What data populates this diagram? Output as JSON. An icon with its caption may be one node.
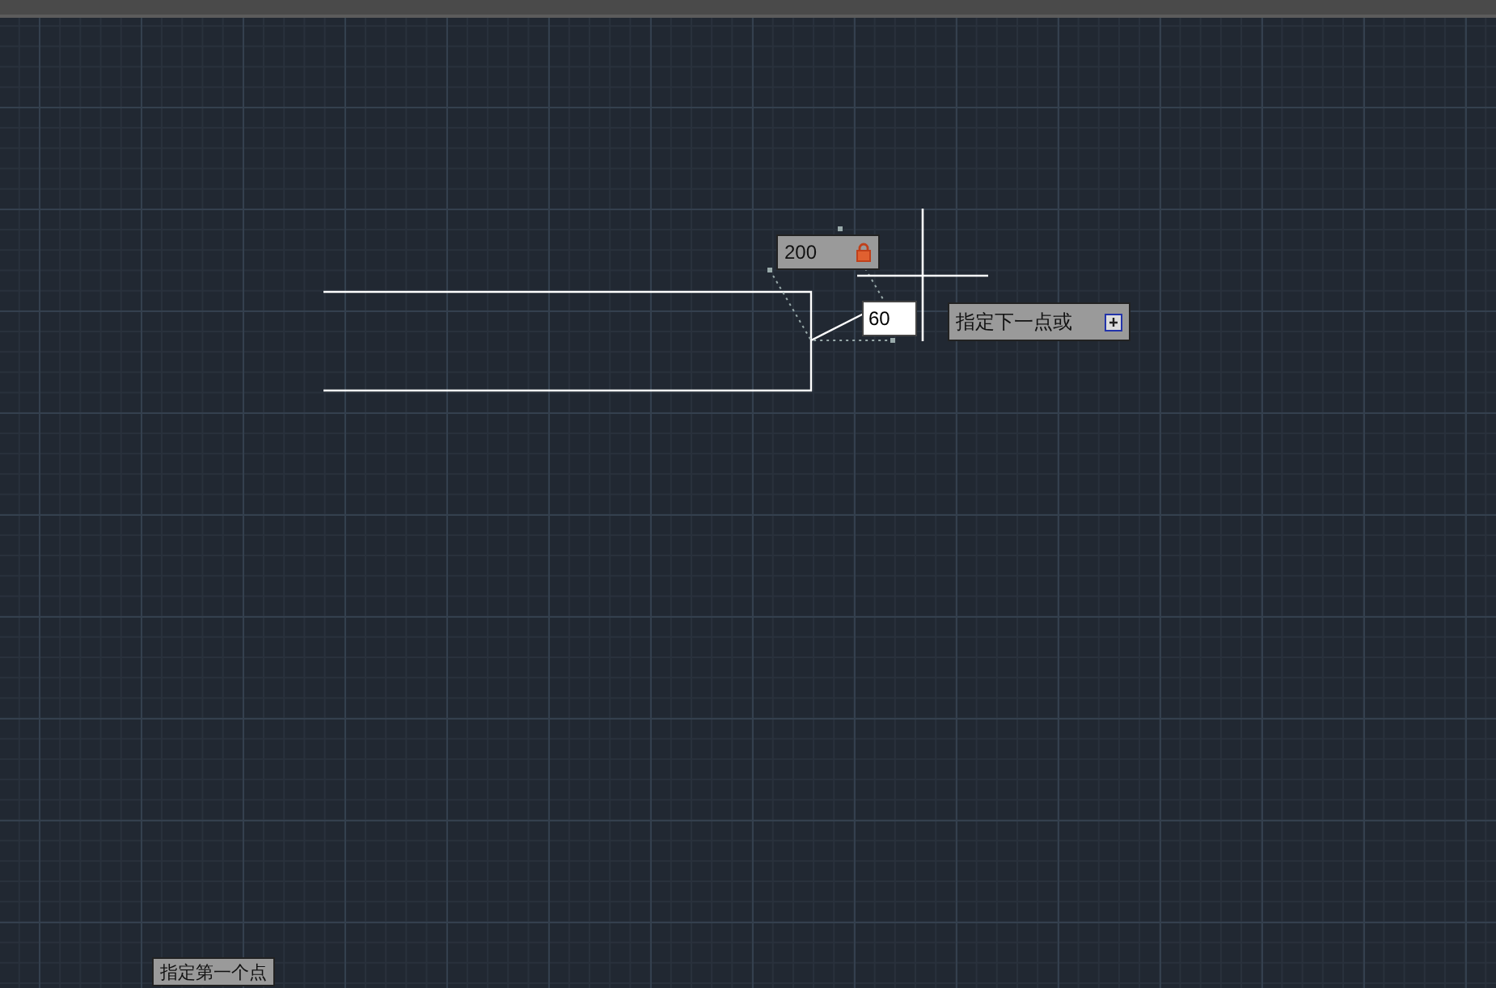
{
  "diagram": {
    "labels": [
      "200",
      "60",
      "指定下一点或",
      "指定第一个点"
    ]
  }
}
